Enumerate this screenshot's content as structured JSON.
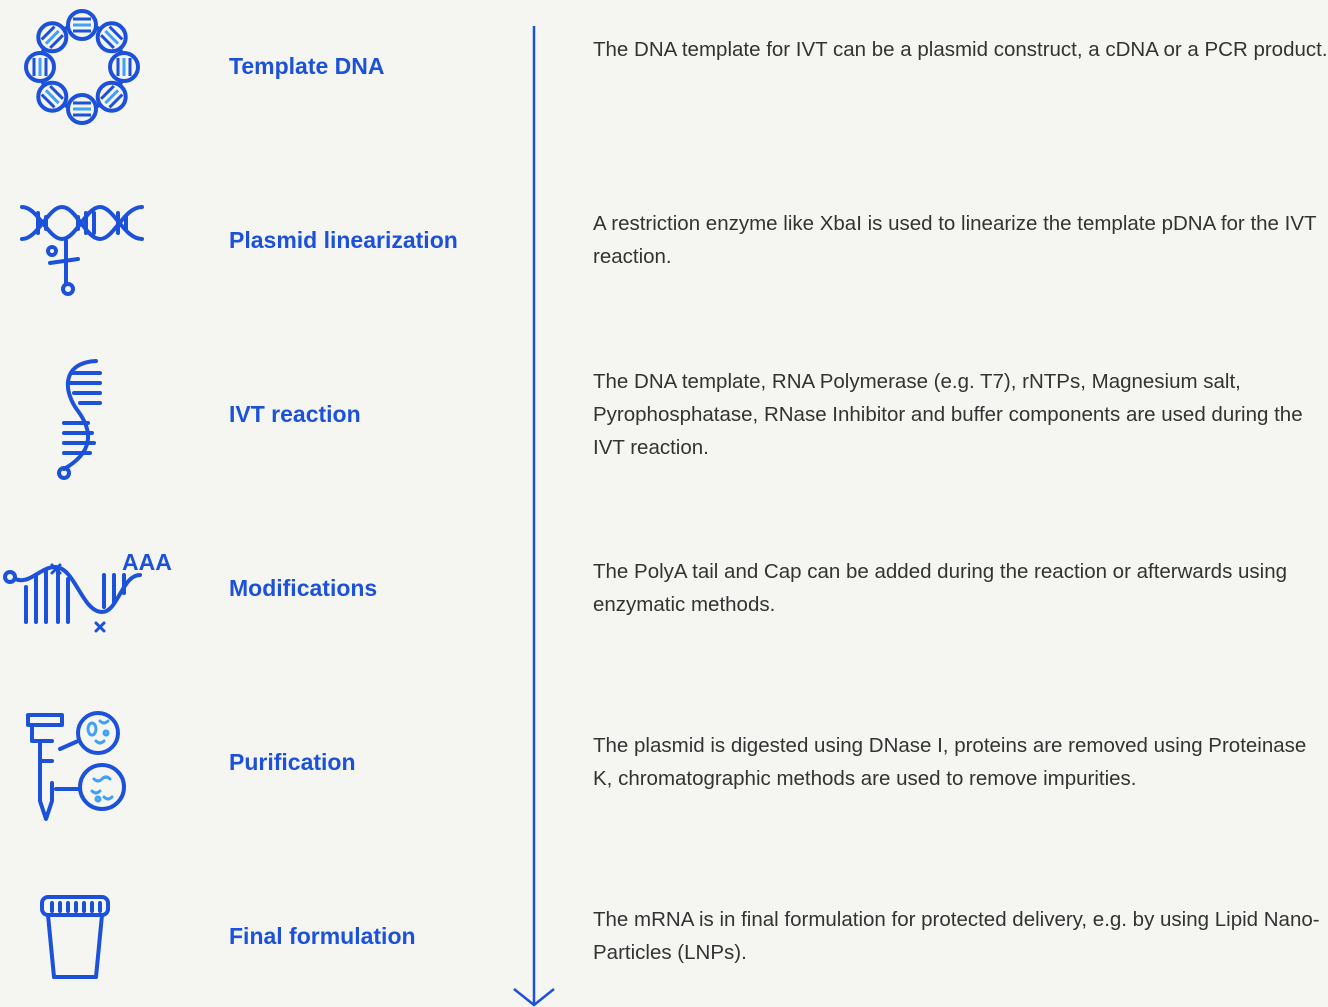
{
  "colors": {
    "accent": "#1c51d9",
    "light_accent": "#3fa0f5",
    "text": "#333333",
    "background": "#f5f5f1"
  },
  "steps": [
    {
      "icon": "circular-plasmid-dna-icon",
      "title": "Template DNA",
      "description": "The DNA template for IVT can be a plasmid construct, a cDNA or a PCR product."
    },
    {
      "icon": "dna-scissors-icon",
      "title": "Plasmid linearization",
      "description": "A restriction enzyme like XbaI is used to linearize the template pDNA for the IVT reaction."
    },
    {
      "icon": "rna-strand-icon",
      "title": "IVT reaction",
      "description": "The DNA template, RNA Polymerase (e.g. T7), rNTPs, Magnesium salt, Pyrophosphatase, RNase Inhibitor and buffer components are used during the IVT reaction."
    },
    {
      "icon": "modified-mrna-icon",
      "title": "Modifications",
      "icon_label": "AAA",
      "description": "The PolyA tail and Cap can be added during the reaction or afterwards using enzymatic methods."
    },
    {
      "icon": "test-tube-petri-dish-icon",
      "title": "Purification",
      "description": "The plasmid is digested using DNase I, proteins are removed using Proteinase K, chromatographic methods are used to remove impurities."
    },
    {
      "icon": "formulation-cup-icon",
      "title": "Final formulation",
      "description": "The mRNA is in final formulation for protected delivery, e.g. by using Lipid Nano-Particles (LNPs)."
    }
  ]
}
